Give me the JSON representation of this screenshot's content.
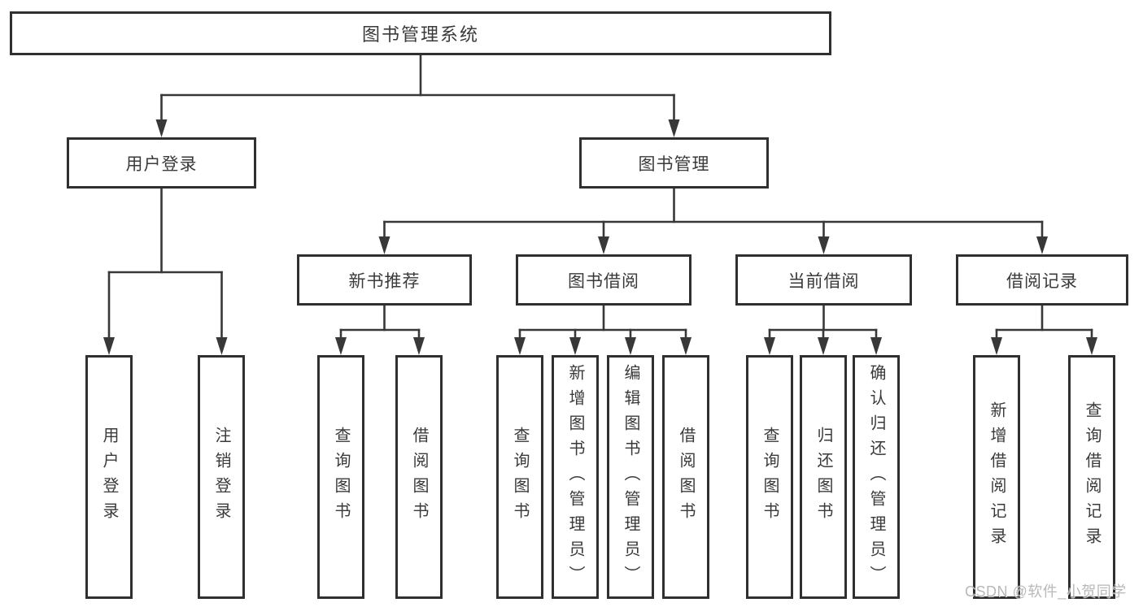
{
  "diagram": {
    "title": "图书管理系统",
    "level2": {
      "user_login": "用户登录",
      "book_mgmt": "图书管理"
    },
    "level3": {
      "new_book_rec": "新书推荐",
      "book_borrow": "图书借阅",
      "current_borrow": "当前借阅",
      "borrow_record": "借阅记录"
    },
    "leaves": {
      "user_login": [
        "用户登录",
        "注销登录"
      ],
      "new_book_rec": [
        "查询图书",
        "借阅图书"
      ],
      "book_borrow": [
        "查询图书",
        "新增图书（管理员）",
        "编辑图书（管理员）",
        "借阅图书"
      ],
      "current_borrow": [
        "查询图书",
        "归还图书",
        "确认归还（管理员）"
      ],
      "borrow_record": [
        "新增借阅记录",
        "查询借阅记录"
      ]
    }
  },
  "watermark": "CSDN @软件_小贺同学",
  "colors": {
    "line": "#383838",
    "box_border": "#303030",
    "text": "#3a3a3a",
    "watermark": "#ababab",
    "background": "#ffffff"
  }
}
